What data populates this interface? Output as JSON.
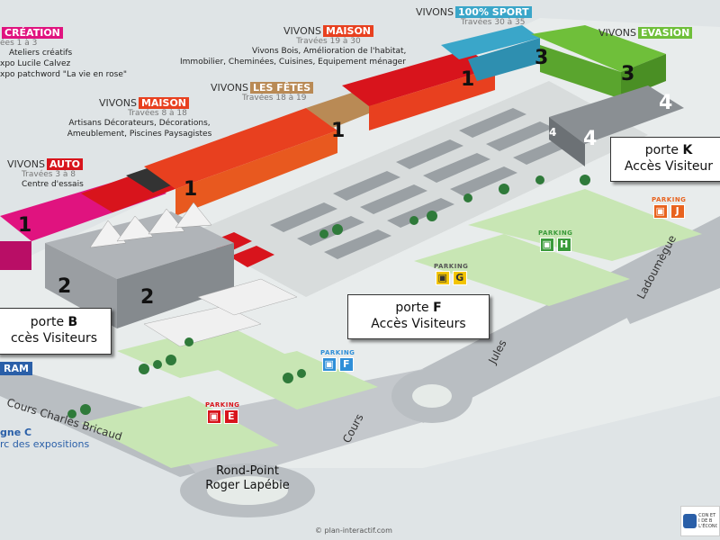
{
  "colors": {
    "creation": "#e0137f",
    "maison": "#e8401f",
    "fetes": "#b98a55",
    "sport": "#3aa6c9",
    "evasion": "#6fbf3a",
    "auto": "#d8141c",
    "parking_orange": "#e8631f",
    "parking_yellow": "#f3c400",
    "parking_green": "#3a9a3a",
    "parking_blue": "#2f8fd8",
    "parking_red": "#d8141c",
    "tram": "#2a5fa8",
    "ligne": "#2a5fa8"
  },
  "zones": {
    "creation": {
      "badge": "CRÉATION",
      "trav": "ées 1 à 3",
      "desc": [
        "Ateliers créatifs",
        "xpo Lucile Calvez",
        "xpo patchword \"La vie en rose\""
      ]
    },
    "sport": {
      "prefix": "VIVONS",
      "badge": "100% SPORT",
      "trav": "Travées 30 à 35"
    },
    "maison_top": {
      "prefix": "VIVONS",
      "badge": "MAISON",
      "trav": "Travées 19 à 30",
      "desc": [
        "Vivons Bois, Amélioration de l'habitat,",
        "Immobilier, Cheminées, Cuisines, Equipement ménager"
      ]
    },
    "evasion": {
      "prefix": "VIVONS",
      "badge": "EVASION"
    },
    "fetes": {
      "prefix": "VIVONS",
      "badge": "LES FÊTES",
      "trav": "Travées 18 à 19"
    },
    "maison_left": {
      "prefix": "VIVONS",
      "badge": "MAISON",
      "trav": "Travées 8 à 18",
      "desc": [
        "Artisans Décorateurs, Décorations,",
        "Ameublement, Piscines Paysagistes"
      ]
    },
    "auto": {
      "prefix": "VIVONS",
      "badge": "AUTO",
      "trav": "Travées 3 à 8",
      "desc": [
        "Centre d'essais"
      ]
    }
  },
  "halls": {
    "h1a": "1",
    "h1b": "1",
    "h1c": "1",
    "h1d": "1",
    "h2a": "2",
    "h2b": "2",
    "h3a": "3",
    "h3b": "3",
    "h4a": "4",
    "h4b": "4",
    "h4c": "4"
  },
  "portes": {
    "b": {
      "word": "porte",
      "letter": "B",
      "sub": "ccès Visiteurs"
    },
    "f": {
      "word": "porte",
      "letter": "F",
      "sub": "Accès Visiteurs"
    },
    "k": {
      "word": "porte",
      "letter": "K",
      "sub": "Accès Visiteur"
    }
  },
  "parkings": [
    {
      "id": "j",
      "title": "PARKING",
      "letter": "J",
      "color": "#e8631f"
    },
    {
      "id": "h",
      "title": "PARKING",
      "letter": "H",
      "color": "#3a9a3a"
    },
    {
      "id": "g",
      "title": "PARKING",
      "letter": "G",
      "color": "#f3c400"
    },
    {
      "id": "f",
      "title": "PARKING",
      "letter": "F",
      "color": "#2f8fd8"
    },
    {
      "id": "e",
      "title": "PARKING",
      "letter": "E",
      "color": "#d8141c"
    }
  ],
  "roads": {
    "bricaud": "Cours Charles Bricaud",
    "cours": "Cours",
    "jules": "Jules",
    "ladoumegue": "Ladoumègue"
  },
  "rondpoint": {
    "l1": "Rond-Point",
    "l2": "Roger Lapébie"
  },
  "tram": {
    "label": "RAM"
  },
  "ligne": {
    "title": "gne C",
    "sub": "rc des expositions"
  },
  "footer": {
    "credit": "© plan-interactif.com"
  },
  "logo": {
    "text": "CON ET I DE B L'ÉCONOMIE"
  }
}
